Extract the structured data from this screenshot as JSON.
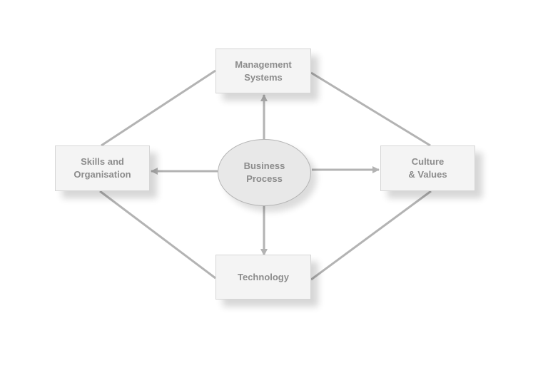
{
  "colors": {
    "line": "#b3b3b3",
    "box_fill": "#f4f4f4",
    "box_border": "#d6d6d6",
    "ellipse_fill": "#e8e8e8",
    "text": "#8c8c8c"
  },
  "center": {
    "label": "Business\nProcess"
  },
  "nodes": {
    "management": {
      "label": "Management\nSystems"
    },
    "skills": {
      "label": "Skills and\nOrganisation"
    },
    "culture": {
      "label": "Culture\n& Values"
    },
    "technology": {
      "label": "Technology"
    }
  },
  "arrows": [
    {
      "from": "center",
      "to": "management"
    },
    {
      "from": "center",
      "to": "skills"
    },
    {
      "from": "center",
      "to": "culture"
    },
    {
      "from": "center",
      "to": "technology"
    }
  ],
  "links": [
    {
      "from": "management",
      "to": "skills"
    },
    {
      "from": "management",
      "to": "culture"
    },
    {
      "from": "technology",
      "to": "skills"
    },
    {
      "from": "technology",
      "to": "culture"
    }
  ]
}
